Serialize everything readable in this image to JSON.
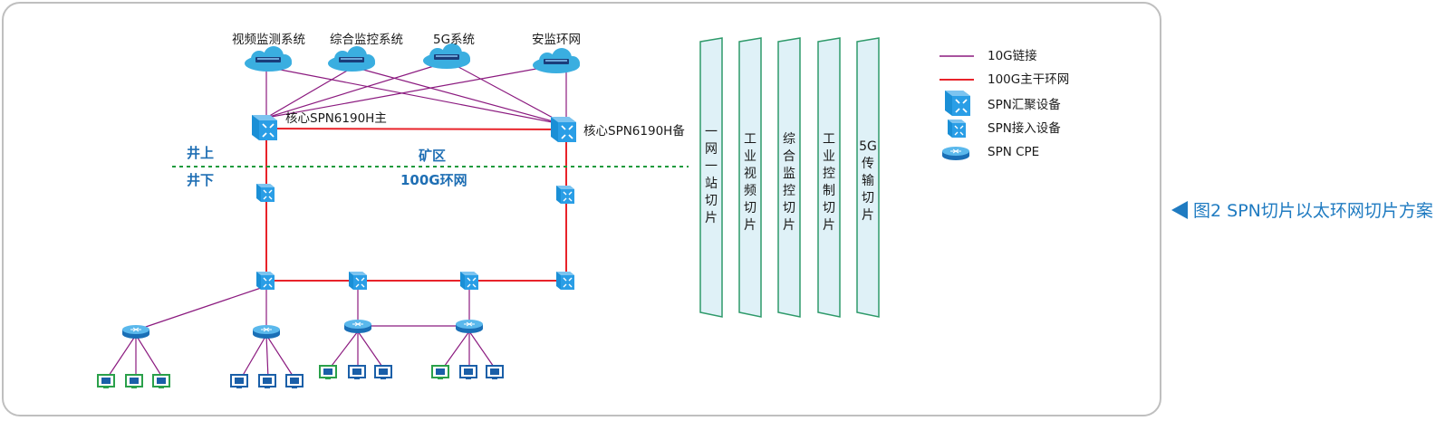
{
  "top_systems": [
    "视频监测系统",
    "综合监控系统",
    "5G系统",
    "安监环网"
  ],
  "core_nodes": {
    "primary": "核心SPN6190H主",
    "backup": "核心SPN6190H备"
  },
  "zones": {
    "above": "井上",
    "below": "井下",
    "mine_area": "矿区",
    "ring": "100G环网"
  },
  "slices": [
    "一网一站切片",
    "工业视频切片",
    "综合监控切片",
    "工业控制切片",
    "5G传输切片"
  ],
  "legend": [
    {
      "label": "10G链接",
      "icon": "purple-line-icon"
    },
    {
      "label": "100G主干环网",
      "icon": "red-line-icon"
    },
    {
      "label": "SPN汇聚设备",
      "icon": "spn-aggregation-device-icon"
    },
    {
      "label": "SPN接入设备",
      "icon": "spn-access-device-icon"
    },
    {
      "label": "SPN CPE",
      "icon": "spn-cpe-icon"
    }
  ],
  "caption": "图2  SPN切片以太环网切片方案",
  "colors": {
    "link_10g": "#8b1a7f",
    "ring_100g": "#e8232a",
    "zone_text": "#1f6fb4",
    "dashed_boundary": "#1a9a3c",
    "slice_border": "#2e9a6a",
    "slice_fill": "#dff1f7",
    "cloud": "#3aaee0",
    "device": "#1a8fd6"
  }
}
